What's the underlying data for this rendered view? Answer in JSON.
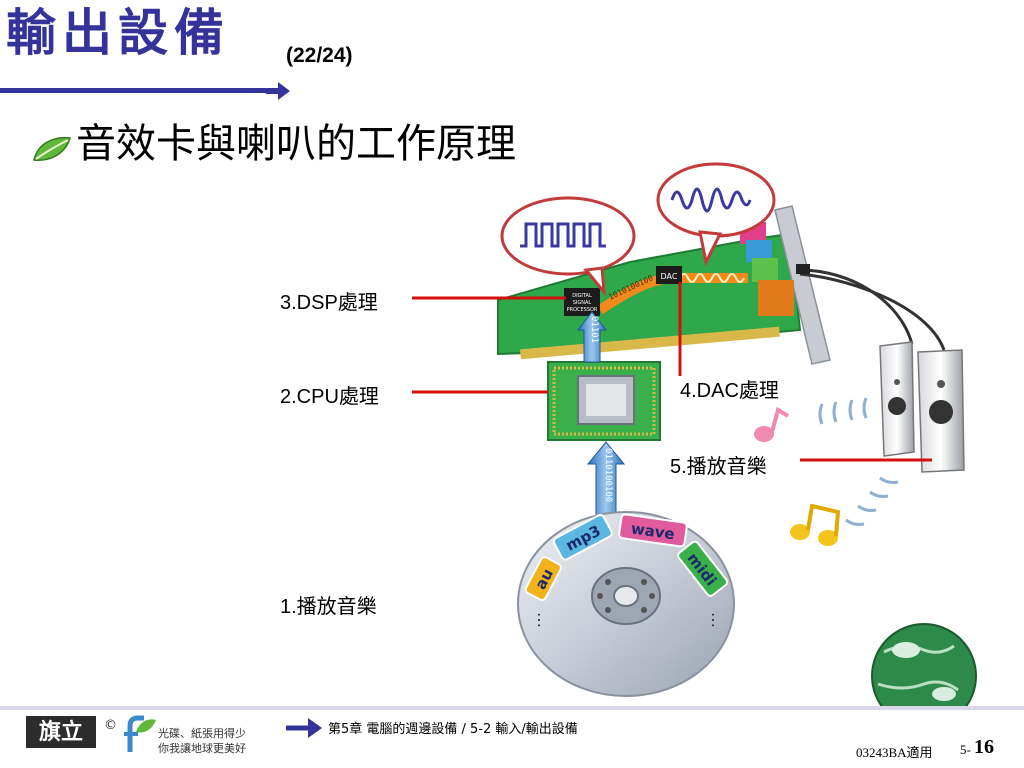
{
  "slide": {
    "title": "輸出設備",
    "page_index": "(22/24)",
    "subtitle": "音效卡與喇叭的工作原理"
  },
  "diagram": {
    "labels": {
      "step1": "1.播放音樂",
      "step2": "2.CPU處理",
      "step3": "3.DSP處理",
      "step4": "4.DAC處理",
      "step5": "5.播放音樂"
    },
    "chip_labels": {
      "dsp_line1": "DIGITAL",
      "dsp_line2": "SIGNAL",
      "dsp_line3": "PROCESSOR",
      "dac": "DAC"
    },
    "bitstreams": {
      "cpu_to_card": "01101",
      "cd_to_cpu": "0110100100",
      "dsp_to_dac": "1010100100"
    },
    "cd_formats": [
      "au",
      "mp3",
      "wave",
      "midi"
    ],
    "cd_ellipsis": "…"
  },
  "footer": {
    "brand": "旗立",
    "copyright": "©",
    "slogan_line1": "光碟、紙張用得少",
    "slogan_line2": "你我讓地球更美好",
    "chapter": "第5章 電腦的週邊設備 / 5-2 輸入/輸出設備",
    "course_code": "03243BA適用",
    "page_prefix": "5-",
    "page_number": "16"
  },
  "colors": {
    "title": "#33339a",
    "pointer_line": "#d40f0f",
    "card_green": "#2ea84a",
    "bubble_border": "#c23a3a"
  }
}
